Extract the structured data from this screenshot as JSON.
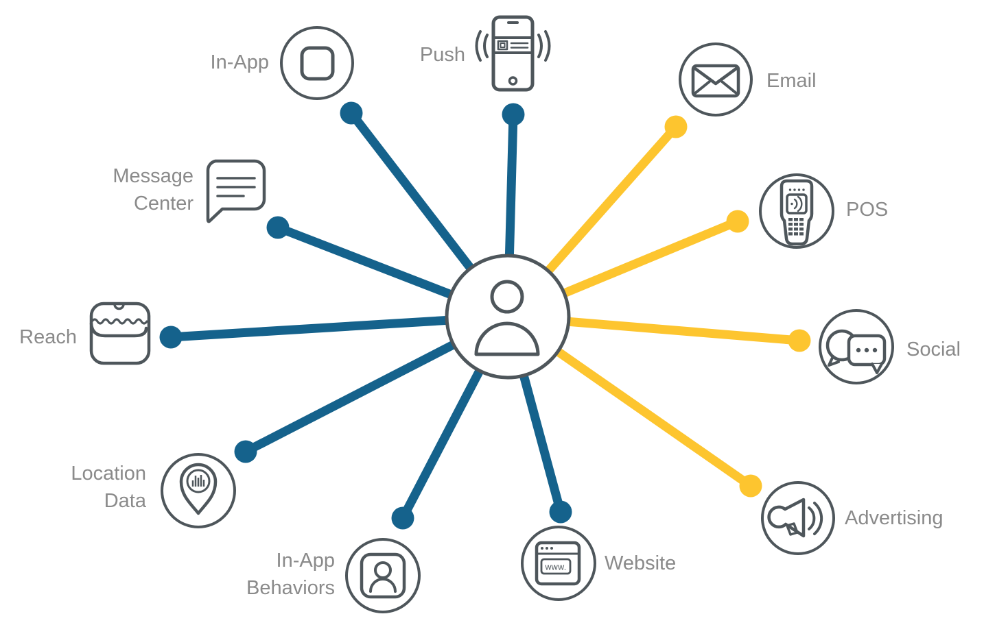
{
  "colors": {
    "spoke_blue": "#15628c",
    "spoke_yellow": "#fdc52f",
    "icon_stroke": "#4e565b",
    "label_text": "#8a8a8a",
    "background": "#ffffff"
  },
  "center": {
    "icon": "person-icon"
  },
  "nodes": [
    {
      "id": "in-app",
      "label": "In-App",
      "spoke": "blue",
      "icon": "in-app-icon"
    },
    {
      "id": "push",
      "label": "Push",
      "spoke": "blue",
      "icon": "push-phone-icon"
    },
    {
      "id": "email",
      "label": "Email",
      "spoke": "yellow",
      "icon": "email-envelope-icon"
    },
    {
      "id": "pos",
      "label": "POS",
      "spoke": "yellow",
      "icon": "pos-terminal-icon"
    },
    {
      "id": "social",
      "label": "Social",
      "spoke": "yellow",
      "icon": "social-chat-icon"
    },
    {
      "id": "advertising",
      "label": "Advertising",
      "spoke": "yellow",
      "icon": "advertising-megaphone-icon"
    },
    {
      "id": "website",
      "label": "Website",
      "spoke": "blue",
      "icon": "website-browser-icon",
      "icon_text": "www."
    },
    {
      "id": "in-app-behaviors",
      "label": "In-App Behaviors",
      "spoke": "blue",
      "icon": "in-app-behaviors-icon"
    },
    {
      "id": "location-data",
      "label": "Location Data",
      "spoke": "blue",
      "icon": "location-pin-icon"
    },
    {
      "id": "reach",
      "label": "Reach",
      "spoke": "blue",
      "icon": "reach-bag-icon"
    },
    {
      "id": "message-center",
      "label": "Message Center",
      "spoke": "blue",
      "icon": "message-center-bubble-icon"
    }
  ]
}
